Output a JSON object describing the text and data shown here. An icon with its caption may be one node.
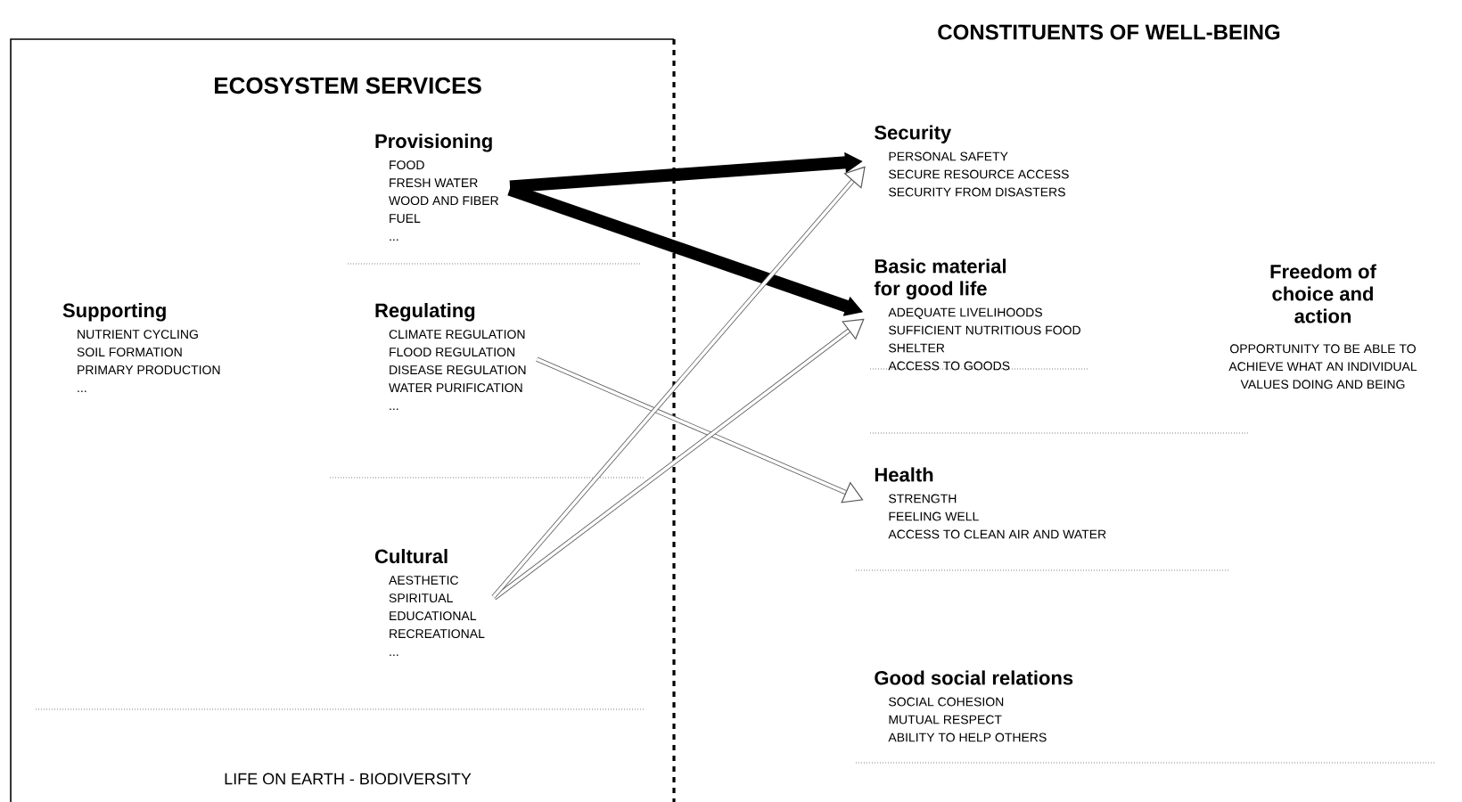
{
  "diagram": {
    "title": "ECOSYSTEM SERVICES",
    "nodes": [
      {
        "text": [
          "LIFE ON EARTH - BIODIVERSITY"
        ]
      },
      {
        "text": [
          "Supporting",
          "NUTRIENT CYCLING",
          "SOIL FORMATION",
          "PRIMARY PRODUCTION",
          "..."
        ],
        "in": 0
      },
      {
        "text": [
          "Provisioning",
          "FOOD",
          "FRESH WATER",
          "WOOD AND FIBER",
          "FUEL",
          "..."
        ],
        "in": 0
      },
      {
        "text": [
          "Regulating",
          "CLIMATE REGULATION",
          "FLOOD REGULATION",
          "DISEASE REGULATION",
          "WATER PURIFICATION",
          "..."
        ],
        "in": 0
      },
      {
        "text": [
          "Cultural",
          "AESTHETIC",
          "SPIRITUAL",
          "EDUCATIONAL",
          "RECREATIONAL",
          "..."
        ],
        "in": 0
      },
      {
        "text": [
          "Security",
          "PERSONAL SAFETY",
          "SECURE RESOURCE ACCESS",
          "SECURITY FROM DISASTERS"
        ]
      },
      {
        "text": [
          "Basic material for good life",
          "ADEQUATE LIVELIHOODS",
          "SUFFICIENT NUTRITIOUS FOOD",
          "SHELTER",
          "ACCESS TO GOODS"
        ]
      },
      {
        "text": [
          "Health",
          "STRENGTH",
          "FEELING WELL",
          "ACCESS TO CLEAN AIR AND WATER"
        ]
      },
      {
        "text": [
          "Good social relations",
          "SOCIAL COHESION",
          "MUTUAL RESPECT",
          "ABILITY TO HELP OTHERS"
        ]
      },
      {
        "text": [
          "Freedom of choice and action",
          "OPPORTUNITY TO BE ABLE TO ACHIEVE WHAT AN INDIVIDUAL VALUES DOING AND BEING"
        ]
      }
    ],
    "edges": [
      {
        "from": 2,
        "to": 5,
        "arrow": "to",
        "style": "thick",
        "color": "#000000"
      },
      {
        "from": 2,
        "to": 6,
        "arrow": "to",
        "style": "thick",
        "color": "#000000"
      },
      {
        "from": 3,
        "to": 7,
        "arrow": "to"
      },
      {
        "from": 4,
        "to": 6,
        "arrow": "to"
      },
      {
        "from": 4,
        "to": 5,
        "arrow": "to"
      }
    ],
    "labels": [
      "CONSTITUENTS OF WELL-BEING"
    ]
  }
}
